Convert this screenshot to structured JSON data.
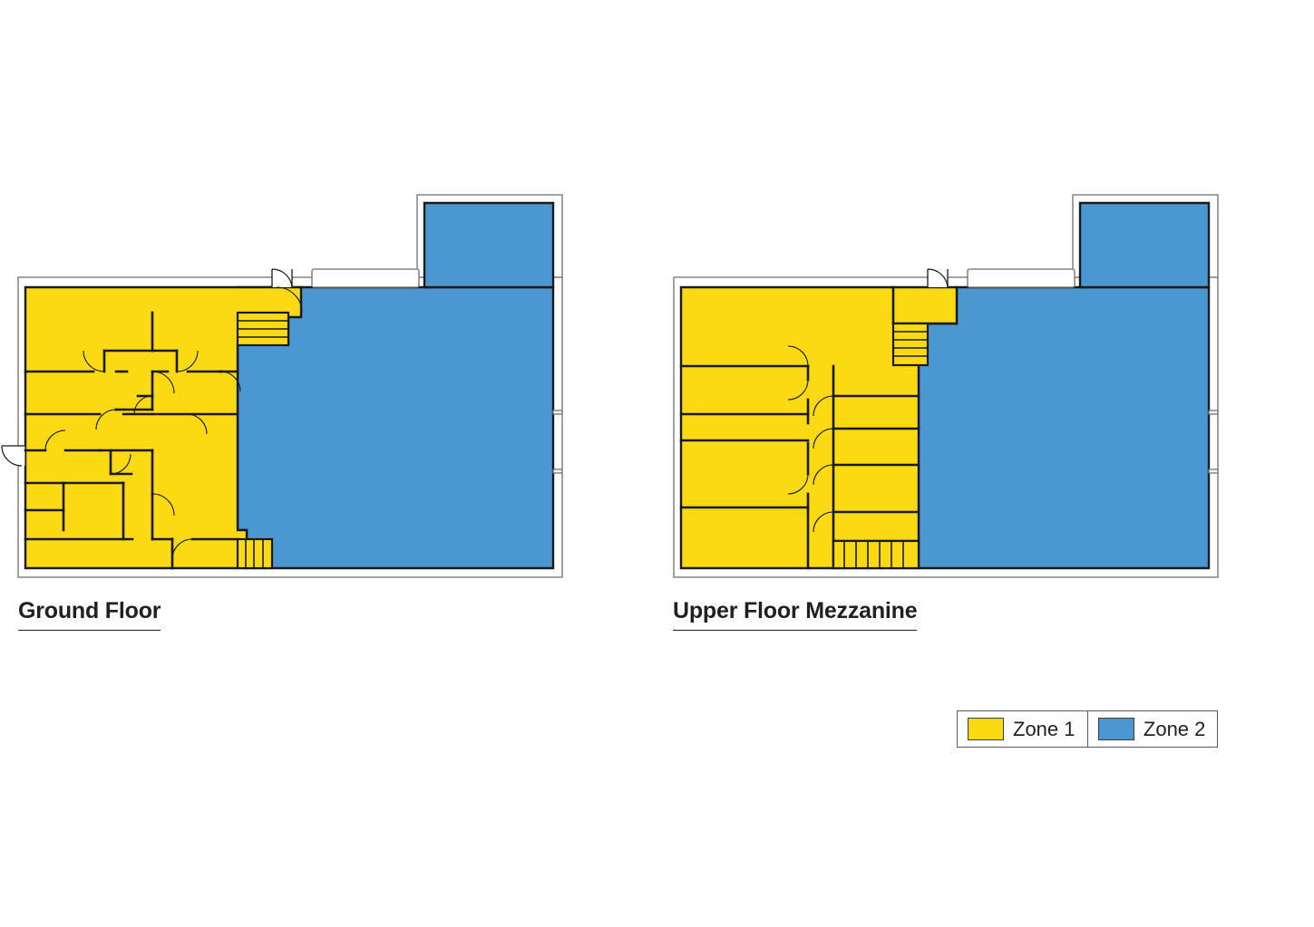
{
  "page": {
    "kind": "architectural-floor-plan",
    "background_color": "#ffffff"
  },
  "colors": {
    "zone1_fill": "#FBD913",
    "zone2_fill": "#4A97D2",
    "wall_stroke": "#1a1a1a",
    "outer_wall_stroke": "#6e6e6e",
    "outer_wall_fill": "#ffffff",
    "text": "#231f20",
    "legend_border": "#5a5a5a"
  },
  "floors": [
    {
      "id": "ground-floor",
      "caption": "Ground Floor",
      "zones": [
        "Zone 1",
        "Zone 2"
      ]
    },
    {
      "id": "upper-floor",
      "caption": "Upper Floor Mezzanine",
      "zones": [
        "Zone 1",
        "Zone 2"
      ]
    }
  ],
  "legend": {
    "entries": [
      {
        "label": "Zone 1",
        "color": "#FBD913"
      },
      {
        "label": "Zone 2",
        "color": "#4A97D2"
      }
    ]
  }
}
